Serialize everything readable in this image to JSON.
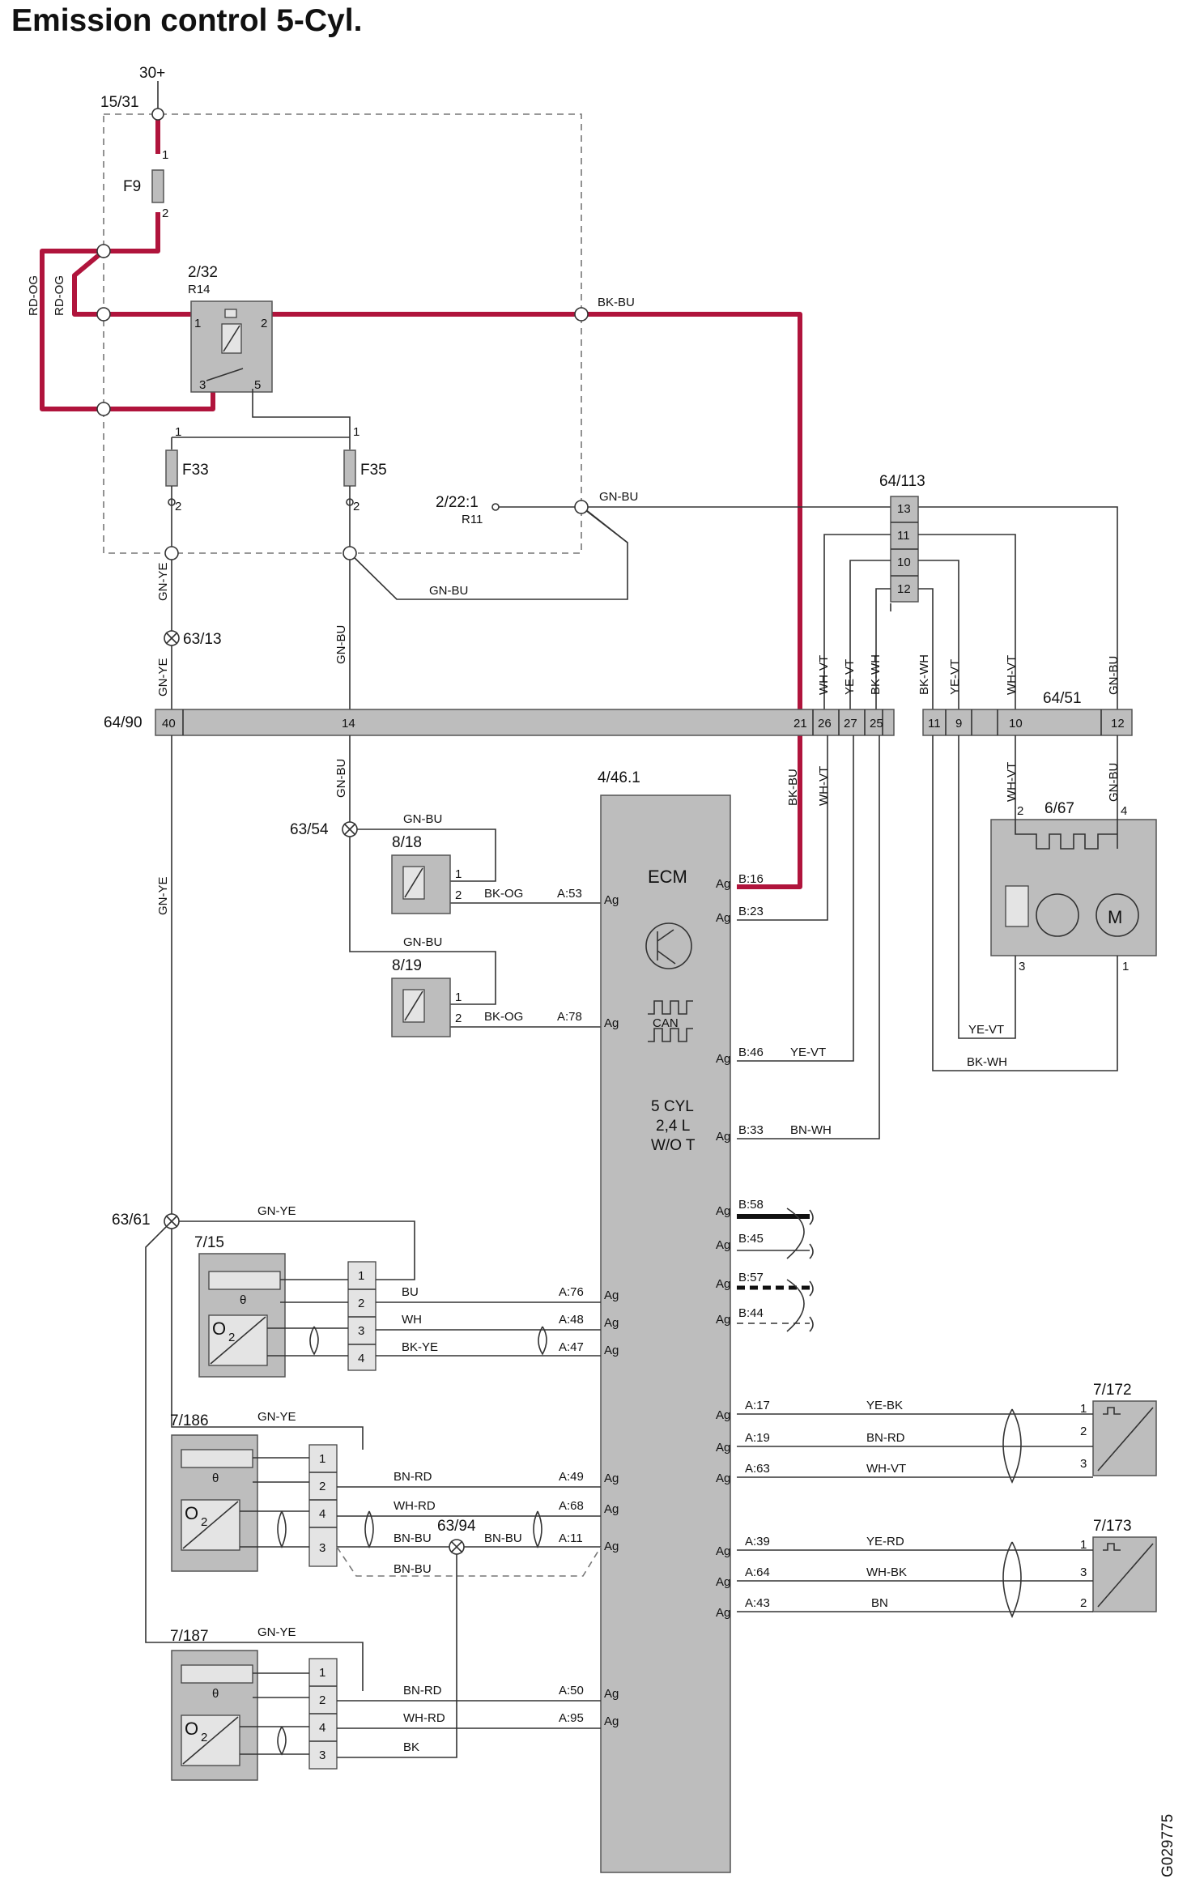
{
  "title": "Emission control 5-Cyl.",
  "doc_code": "G029775",
  "colors": {
    "power_wire": "#b0143c",
    "component_fill": "#bdbdbd",
    "wire": "#333333"
  },
  "supply": {
    "batt": "30+",
    "junction": "15/31",
    "fuse_f9": "F9",
    "fuse_f33": "F33",
    "fuse_f35": "F35",
    "relay": "2/32",
    "relay_sub": "R14",
    "sensor_in": "2/22:1",
    "sensor_in_sub": "R11"
  },
  "connectors": {
    "c64_90": "64/90",
    "c64_113": "64/113",
    "c64_51": "64/51",
    "splice_63_13": "63/13",
    "splice_63_54": "63/54",
    "splice_63_61": "63/61",
    "splice_63_94": "63/94"
  },
  "components": {
    "c8_18": "8/18",
    "c8_19": "8/19",
    "c6_67": "6/67",
    "c7_15": "7/15",
    "c7_186": "7/186",
    "c7_187": "7/187",
    "c7_172": "7/172",
    "c7_173": "7/173",
    "motor": "M",
    "theta": "θ",
    "o2": "O",
    "o2_sub": "2"
  },
  "ecm": {
    "id": "4/46.1",
    "name": "ECM",
    "can": "CAN",
    "line1": "5 CYL",
    "line2": "2,4 L",
    "line3": "W/O T",
    "ag": "Ag"
  },
  "wires": {
    "rd_og": "RD-OG",
    "bk_bu": "BK-BU",
    "gn_bu": "GN-BU",
    "gn_ye": "GN-YE",
    "wh_vt": "WH-VT",
    "ye_vt": "YE-VT",
    "bk_wh": "BK-WH",
    "bk_og": "BK-OG",
    "bn_wh": "BN-WH",
    "bu": "BU",
    "wh": "WH",
    "bk_ye": "BK-YE",
    "bn_rd": "BN-RD",
    "wh_rd": "WH-RD",
    "bn_bu": "BN-BU",
    "bk": "BK",
    "ye_bk": "YE-BK",
    "ye_rd": "YE-RD",
    "wh_bk": "WH-BK",
    "bn": "BN"
  },
  "pins": {
    "p1": "1",
    "p2": "2",
    "p3": "3",
    "p4": "4",
    "p5": "5",
    "p9": "9",
    "p10": "10",
    "p11": "11",
    "p12": "12",
    "p13": "13",
    "p14": "14",
    "p21": "21",
    "p25": "25",
    "p26": "26",
    "p27": "27",
    "p40": "40",
    "b16": "B:16",
    "b23": "B:23",
    "b46": "B:46",
    "b33": "B:33",
    "b58": "B:58",
    "b45": "B:45",
    "b57": "B:57",
    "b44": "B:44",
    "a53": "A:53",
    "a78": "A:78",
    "a76": "A:76",
    "a48": "A:48",
    "a47": "A:47",
    "a49": "A:49",
    "a68": "A:68",
    "a11": "A:11",
    "a50": "A:50",
    "a95": "A:95",
    "a17": "A:17",
    "a19": "A:19",
    "a63": "A:63",
    "a39": "A:39",
    "a64": "A:64",
    "a43": "A:43"
  }
}
